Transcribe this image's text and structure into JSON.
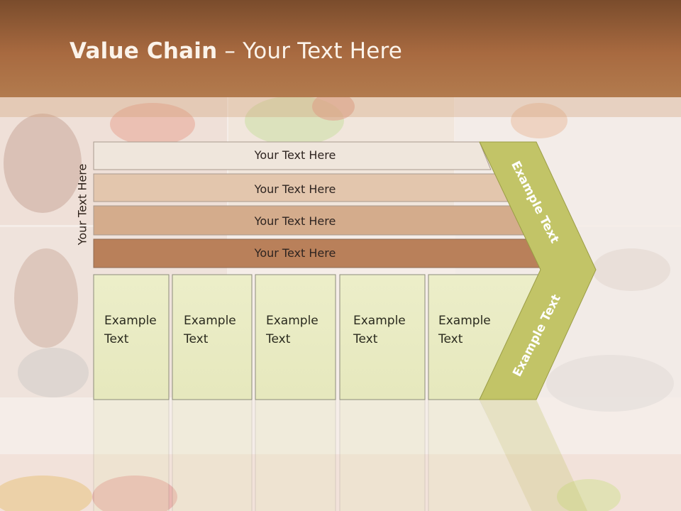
{
  "title": {
    "bold": "Value Chain",
    "rest": " – Your Text Here"
  },
  "side_label": "Your Text Here",
  "bars": [
    {
      "label": "Your Text Here",
      "color": "#efe6dc"
    },
    {
      "label": "Your Text Here",
      "color": "#e3c6ad"
    },
    {
      "label": "Your Text Here",
      "color": "#d4ac8c"
    },
    {
      "label": "Your Text Here",
      "color": "#b9805a"
    }
  ],
  "columns": [
    {
      "line1": "Example",
      "line2": "Text"
    },
    {
      "line1": "Example",
      "line2": "Text"
    },
    {
      "line1": "Example",
      "line2": "Text"
    },
    {
      "line1": "Example",
      "line2": "Text"
    },
    {
      "line1": "Example",
      "line2": "Text"
    }
  ],
  "arrow": {
    "top_text": "Example Text",
    "bottom_text": "Example Text",
    "color": "#c2c467"
  },
  "colors": {
    "header": "#a86a40",
    "column_fill": "#e9ebc3",
    "column_border": "#8c8c7a"
  }
}
